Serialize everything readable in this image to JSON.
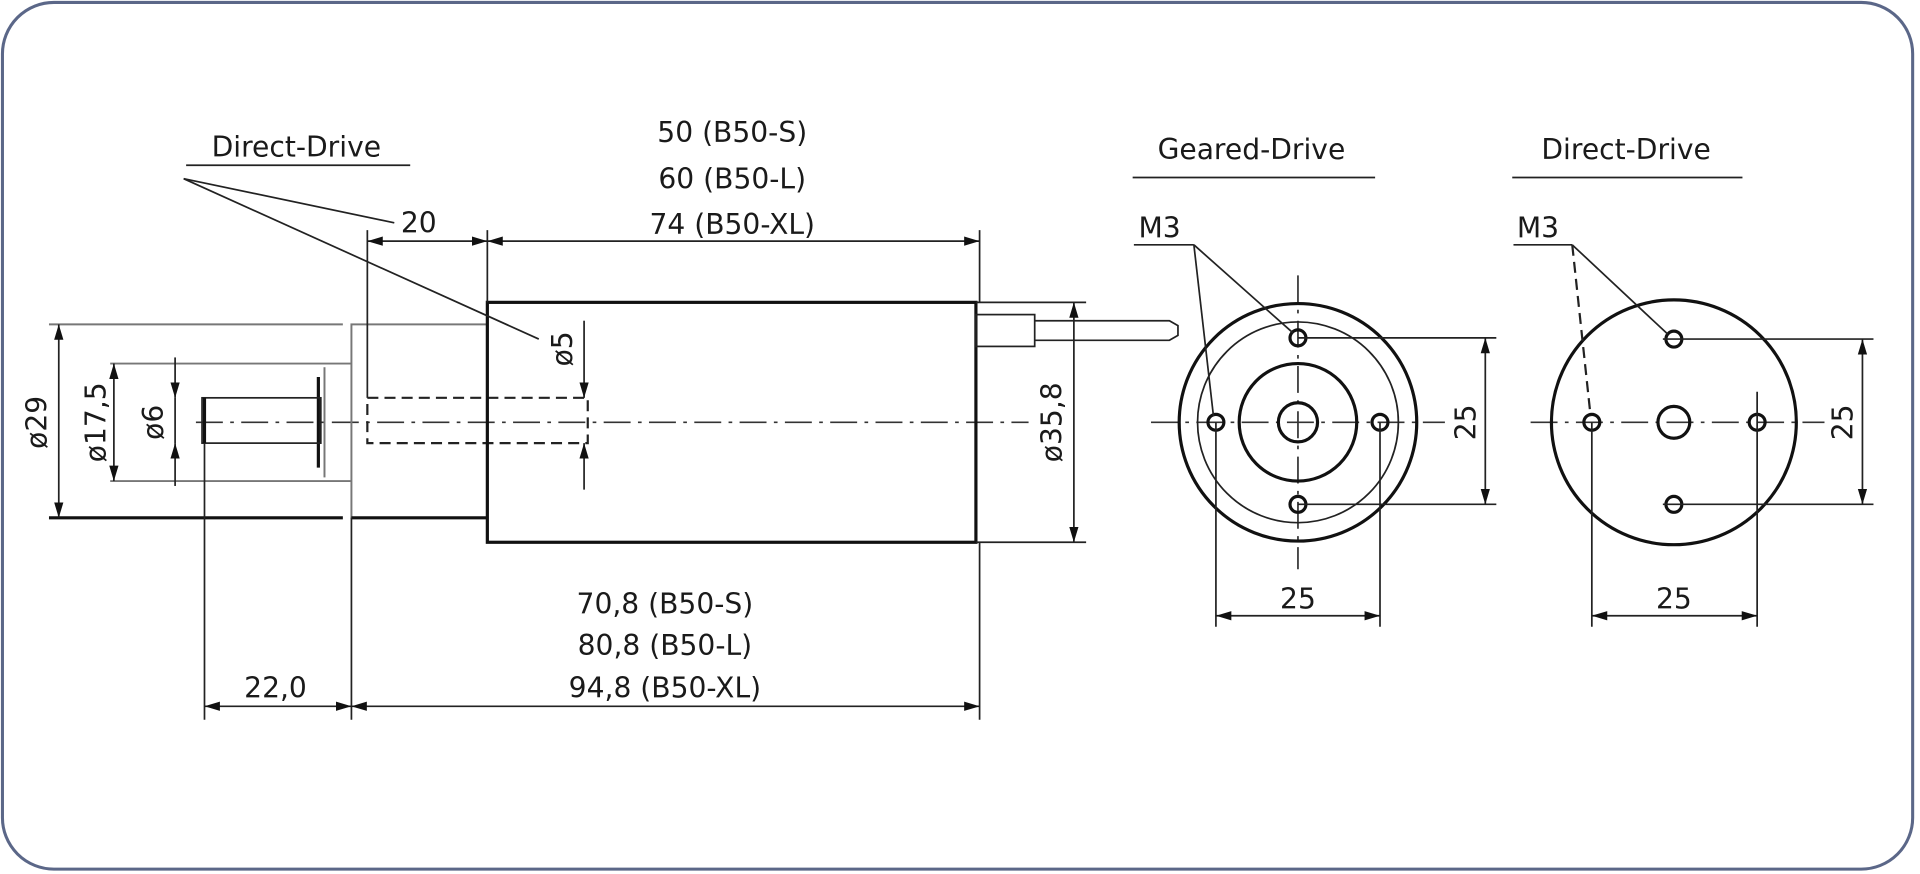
{
  "side_view": {
    "direct_drive_label": "Direct-Drive",
    "dim_20": "20",
    "length_top": [
      "50 (B50-S)",
      "60 (B50-L)",
      "74 (B50-XL)"
    ],
    "length_bottom": [
      "70,8 (B50-S)",
      "80,8 (B50-L)",
      "94,8 (B50-XL)"
    ],
    "dim_22": "22,0",
    "dia_29": "ø29",
    "dia_17_5": "ø17,5",
    "dia_6": "ø6",
    "dia_5": "ø5",
    "dia_35_8": "ø35,8"
  },
  "geared_view": {
    "title": "Geared-Drive",
    "thread": "M3",
    "dim_vertical": "25",
    "dim_horizontal": "25"
  },
  "direct_view": {
    "title": "Direct-Drive",
    "thread": "M3",
    "dim_vertical": "25",
    "dim_horizontal": "25"
  },
  "colors": {
    "frame": "#5b6788",
    "line": "#111111"
  }
}
